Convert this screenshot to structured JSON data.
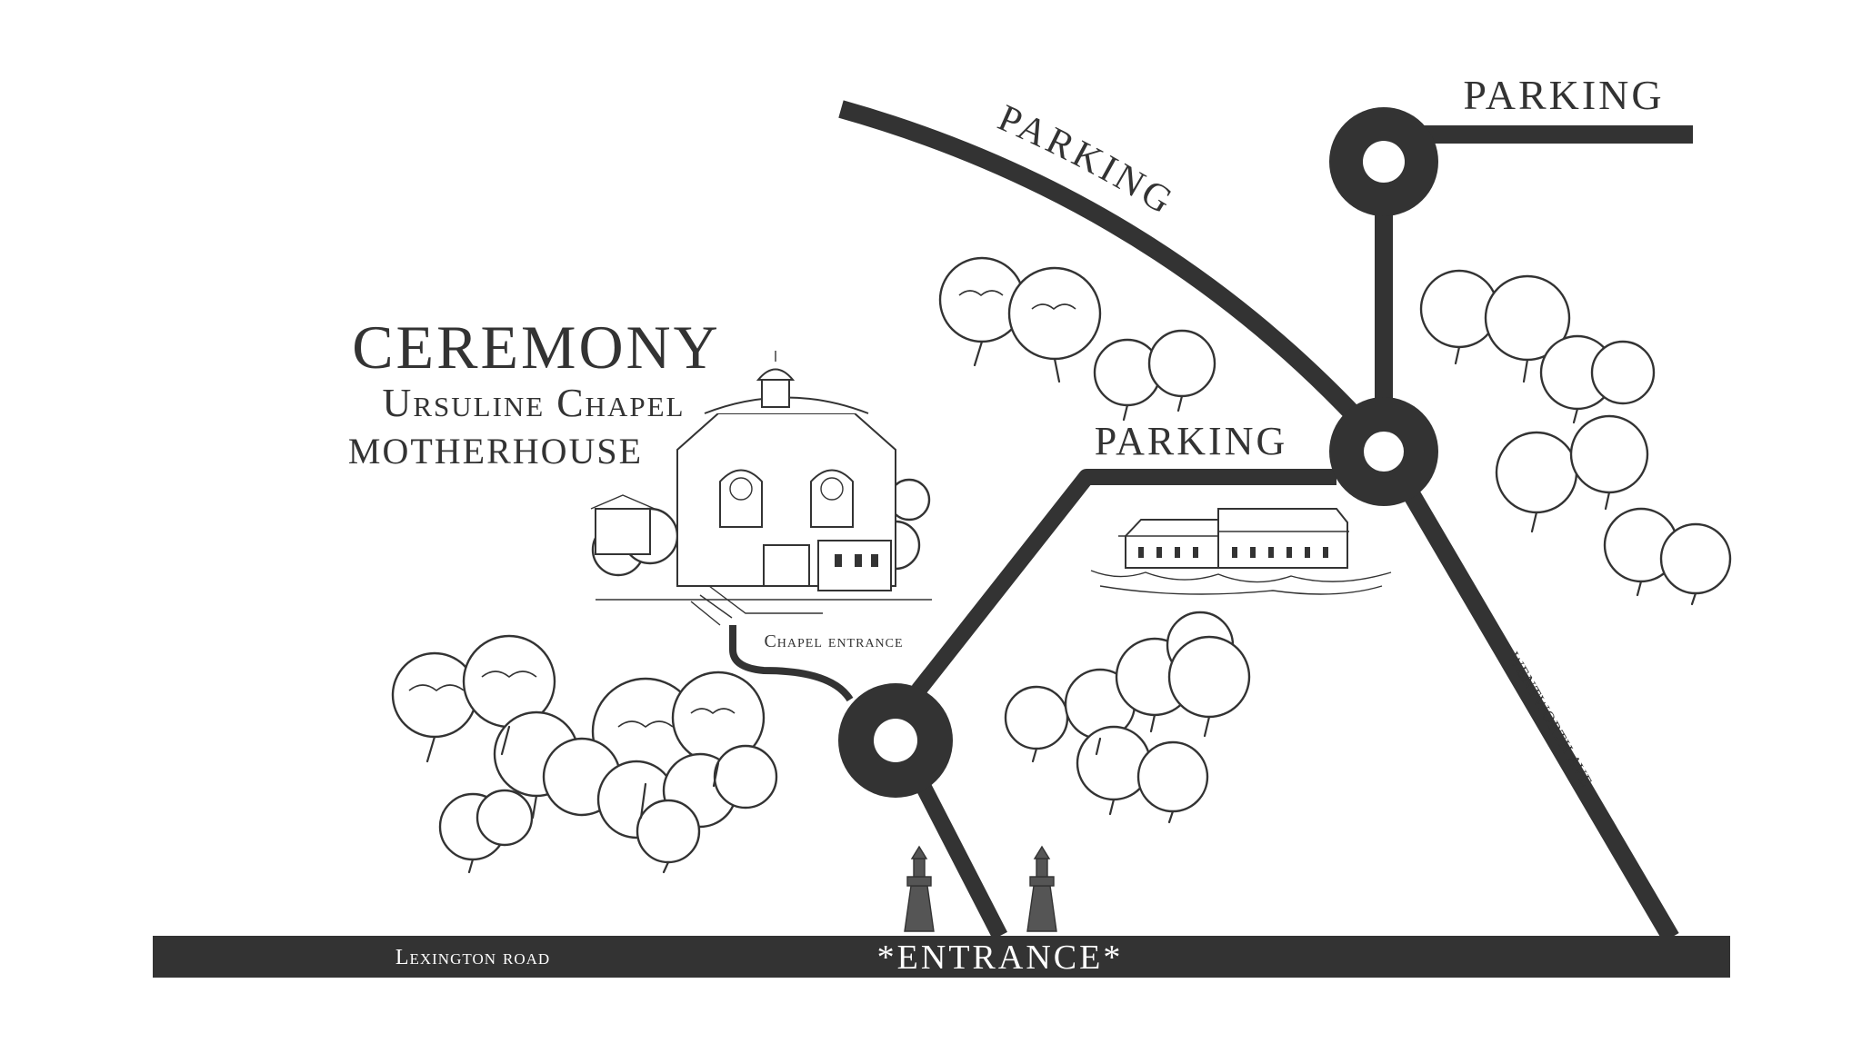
{
  "ceremony": {
    "title": "CEREMONY",
    "venue_line1": "Ursuline Chapel",
    "venue_line2": "MOTHERHOUSE"
  },
  "labels": {
    "parking_curve": "PARKING",
    "parking_top_right": "PARKING",
    "parking_middle": "PARKING",
    "chapel_entrance": "Chapel entrance",
    "wentworth_ave": "WENTWORTH AVE",
    "lexington_road": "Lexington road",
    "entrance": "*ENTRANCE*"
  },
  "colors": {
    "road": "#333333",
    "background": "#ffffff",
    "text_on_road": "#ffffff"
  },
  "icons": [
    "chapel-illustration-icon",
    "long-building-illustration-icon",
    "gate-pillar-icon",
    "tree-cluster-icon",
    "roundabout-icon"
  ]
}
